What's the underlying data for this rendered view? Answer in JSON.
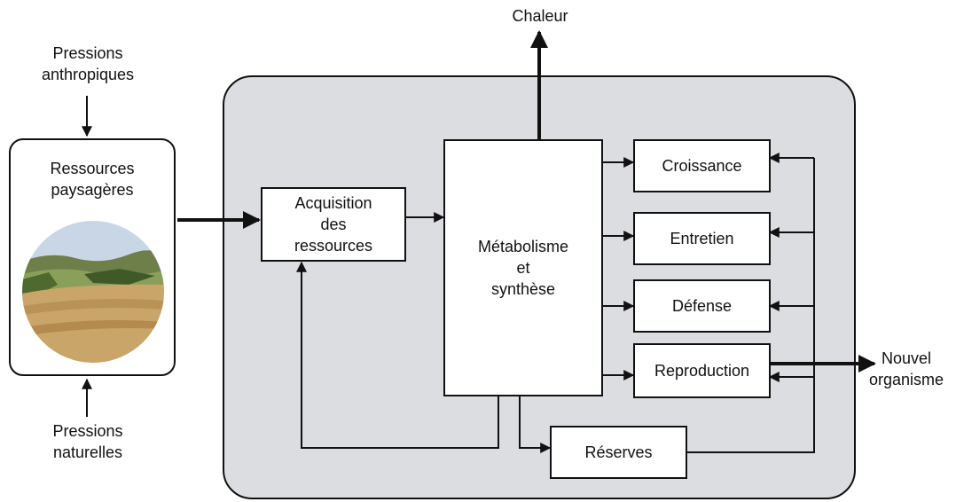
{
  "colors": {
    "panel_fill": "#dcdde1",
    "stroke": "#111111",
    "box_fill": "#ffffff"
  },
  "labels": {
    "pressions_anthropiques": "Pressions\nanthropiques",
    "pressions_naturelles": "Pressions\nnaturelles",
    "ressources_paysageres": "Ressources\npaysagères",
    "chaleur": "Chaleur",
    "nouvel_organisme": "Nouvel\norganisme"
  },
  "boxes": {
    "acquisition": "Acquisition\ndes\nressources",
    "metabolisme": "Métabolisme\net\nsynthèse",
    "croissance": "Croissance",
    "entretien": "Entretien",
    "defense": "Défense",
    "reproduction": "Reproduction",
    "reserves": "Réserves"
  },
  "image": {
    "subject": "landscape-photo",
    "description_icon": "field-landscape-photo"
  }
}
